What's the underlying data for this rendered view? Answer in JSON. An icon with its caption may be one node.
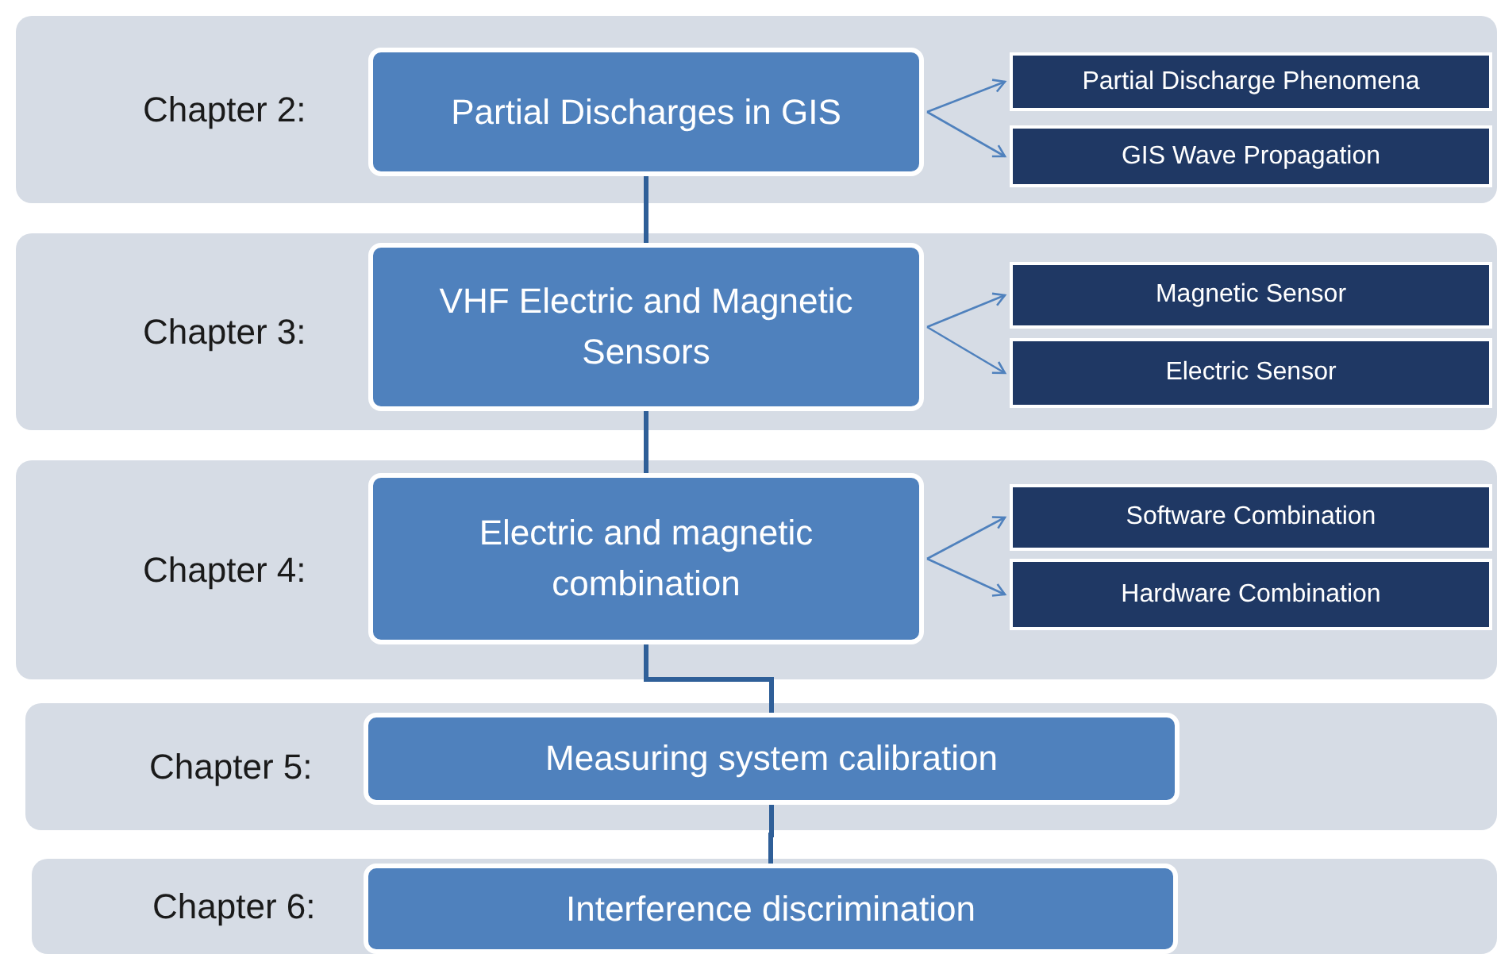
{
  "diagram": {
    "nodes": [
      {
        "text": [
          "Chapter 2:"
        ]
      },
      {
        "text": [
          "Partial Discharges in GIS"
        ],
        "in": 0
      },
      {
        "text": [
          "Partial Discharge Phenomena"
        ],
        "in": 0
      },
      {
        "text": [
          "GIS Wave Propagation"
        ],
        "in": 0
      },
      {
        "text": [
          "Chapter 3:"
        ]
      },
      {
        "text": [
          "VHF Electric and Magnetic Sensors"
        ],
        "in": 4
      },
      {
        "text": [
          "Magnetic Sensor"
        ],
        "in": 4
      },
      {
        "text": [
          "Electric Sensor"
        ],
        "in": 4
      },
      {
        "text": [
          "Chapter 4:"
        ]
      },
      {
        "text": [
          "Electric and magnetic combination"
        ],
        "in": 8
      },
      {
        "text": [
          "Software Combination"
        ],
        "in": 8
      },
      {
        "text": [
          "Hardware Combination"
        ],
        "in": 8
      },
      {
        "text": [
          "Chapter 5:"
        ]
      },
      {
        "text": [
          "Measuring system calibration"
        ],
        "in": 12
      },
      {
        "text": [
          "Chapter 6:"
        ]
      },
      {
        "text": [
          "Interference discrimination"
        ],
        "in": 14
      }
    ],
    "edges": [
      {
        "from": 1,
        "to": 2,
        "arrow": "to"
      },
      {
        "from": 1,
        "to": 3,
        "arrow": "to"
      },
      {
        "from": 1,
        "to": 5,
        "arrow": "none",
        "style": "thick",
        "color": "#2f5f98"
      },
      {
        "from": 5,
        "to": 6,
        "arrow": "to"
      },
      {
        "from": 5,
        "to": 7,
        "arrow": "to"
      },
      {
        "from": 5,
        "to": 9,
        "arrow": "none",
        "style": "thick",
        "color": "#2f5f98"
      },
      {
        "from": 9,
        "to": 10,
        "arrow": "to"
      },
      {
        "from": 9,
        "to": 11,
        "arrow": "to"
      },
      {
        "from": 9,
        "to": 13,
        "arrow": "none",
        "style": "thick",
        "color": "#2f5f98"
      },
      {
        "from": 13,
        "to": 15,
        "arrow": "none",
        "style": "thick",
        "color": "#2f5f98"
      }
    ]
  }
}
